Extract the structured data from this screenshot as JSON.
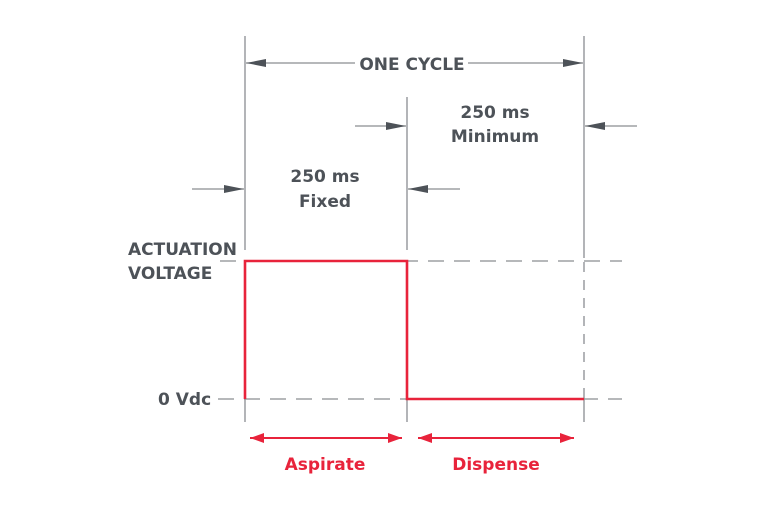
{
  "diagram": {
    "title": "ONE CYCLE",
    "colors": {
      "line": "#8a8d91",
      "text": "#4d5258",
      "arrow": "#4d5258",
      "signal": "#e8233b"
    },
    "dimensions": {
      "aspirate_time_value": "250 ms",
      "aspirate_time_note": "Fixed",
      "dispense_time_value": "250 ms",
      "dispense_time_note": "Minimum"
    },
    "levels": {
      "high": [
        "ACTUATION",
        "VOLTAGE"
      ],
      "low": "0 Vdc"
    },
    "phases": {
      "aspirate": "Aspirate",
      "dispense": "Dispense"
    }
  }
}
